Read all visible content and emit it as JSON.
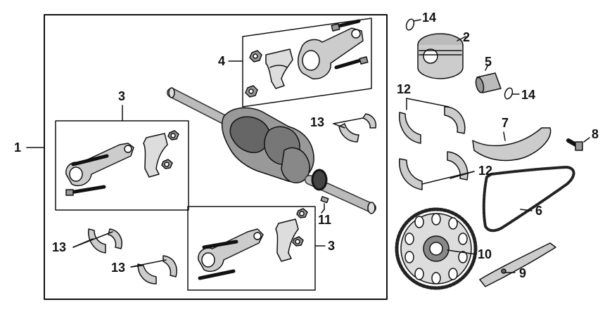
{
  "callouts": {
    "c1": "1",
    "c2": "2",
    "c3a": "3",
    "c3b": "3",
    "c4": "4",
    "c5": "5",
    "c6": "6",
    "c7": "7",
    "c8": "8",
    "c9": "9",
    "c10": "10",
    "c11": "11",
    "c12a": "12",
    "c12b": "12",
    "c13a": "13",
    "c13b": "13",
    "c13c": "13",
    "c14a": "14",
    "c14b": "14"
  }
}
